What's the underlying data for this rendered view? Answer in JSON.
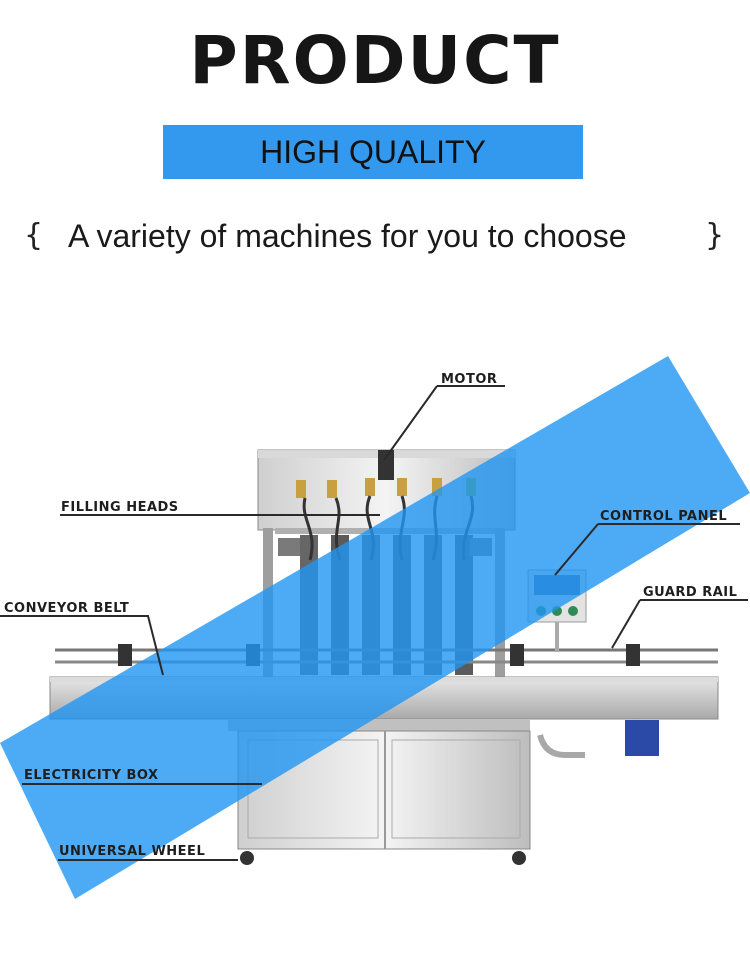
{
  "header": {
    "title": "PRODUCT",
    "banner": "HIGH QUALITY",
    "subtitle": "A variety of machines for you to choose",
    "brace_left": "{",
    "brace_right": "}"
  },
  "labels": {
    "motor": "MOTOR",
    "filling_heads": "FILLING HEADS",
    "control_panel": "CONTROL PANEL",
    "conveyor_belt": "CONVEYOR BELT",
    "guard_rail": "GUARD RAIL",
    "electricity_box": "ELECTRICITY BOX",
    "universal_wheel": "UNIVERSAL WHEEL"
  },
  "colors": {
    "accent": "#3399ee",
    "stripe": "#2196f3",
    "text": "#161616"
  }
}
